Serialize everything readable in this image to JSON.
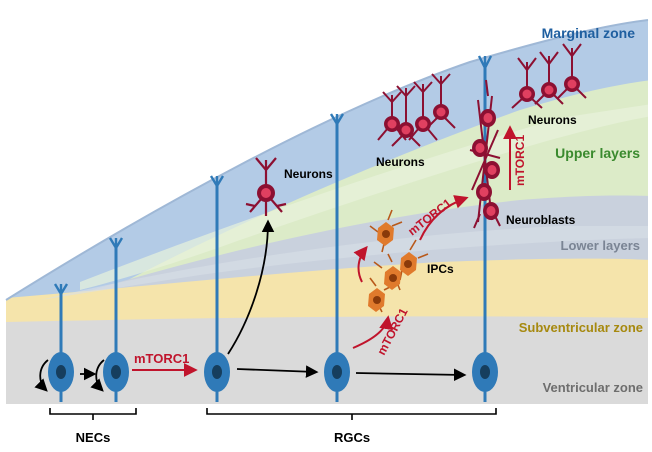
{
  "zones": {
    "marginal": "Marginal zone",
    "upper": "Upper layers",
    "lower": "Lower layers",
    "subventricular": "Subventricular zone",
    "ventricular": "Ventricular zone"
  },
  "labels": {
    "neurons_1": "Neurons",
    "neurons_2": "Neurons",
    "neurons_3": "Neurons",
    "neuroblasts": "Neuroblasts",
    "ipcs": "IPCs",
    "necs": "NECs",
    "rgcs": "RGCs"
  },
  "pathway": {
    "mtorc1_horizontal": "mTORC1",
    "mtorc1_ipc_up": "mTORC1",
    "mtorc1_ipc_neuron": "mTORC1",
    "mtorc1_vertical": "mTORC1"
  },
  "colors": {
    "marginal_zone": "#a9c4e2",
    "upper_layers": "#dcebc8",
    "lower_layers": "#c8d0dc",
    "subventricular": "#f7e6ae",
    "ventricular": "#d9d9d9",
    "progenitor_cell": "#2f7ab8",
    "neuron": "#8c1032",
    "ipc": "#e07a2c",
    "mtorc1": "#c0142c"
  }
}
